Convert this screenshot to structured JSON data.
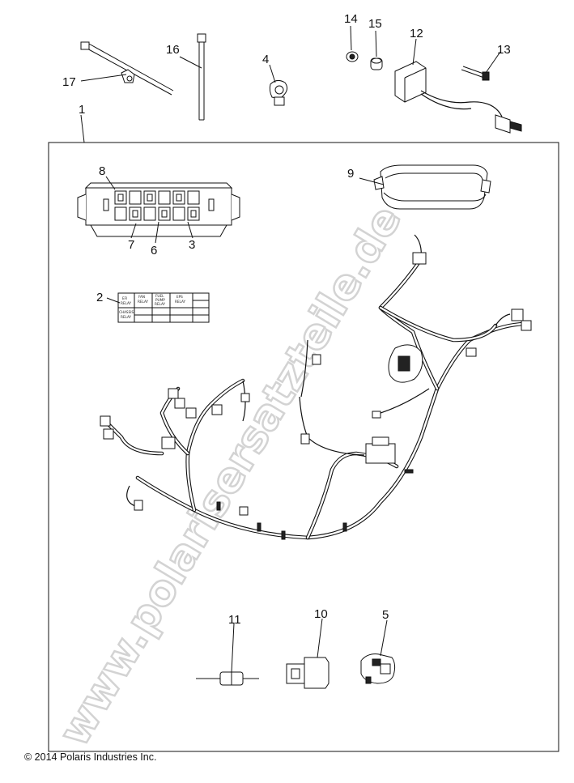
{
  "callouts": [
    "1",
    "2",
    "3",
    "4",
    "5",
    "6",
    "7",
    "8",
    "9",
    "10",
    "11",
    "12",
    "13",
    "14",
    "15",
    "16",
    "17"
  ],
  "relay_label": {
    "r1": [
      "EFI",
      "RELAY"
    ],
    "r2": [
      "FAN",
      "RELAY"
    ],
    "r3": [
      "FUEL",
      "PUMP",
      "RELAY"
    ],
    "r4": [
      "EPS",
      "RELAY"
    ],
    "r5": [
      "CHASSIS",
      "RELAY"
    ]
  },
  "watermark": "www.polarisersatzteile.de",
  "copyright": "© 2014 Polaris Industries Inc."
}
